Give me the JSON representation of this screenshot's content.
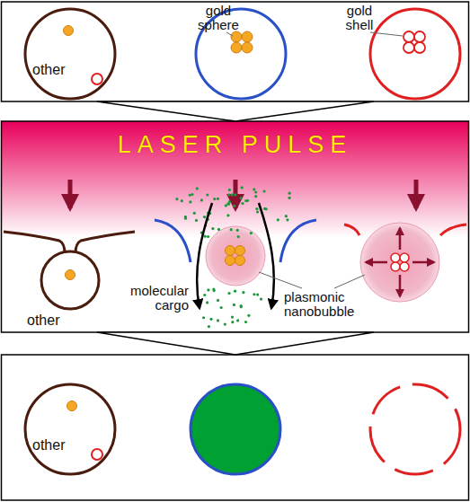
{
  "diagram": {
    "nodes": [
      {
        "text": [
          "other"
        ]
      },
      {
        "text": [
          "LASER PULSE"
        ]
      },
      {
        "text": [
          "other"
        ],
        "in": 1
      },
      {
        "text": [
          "other"
        ]
      }
    ],
    "labels": [
      "gold sphere",
      "gold shell",
      "molecular cargo",
      "plasmonic nanobubble"
    ]
  }
}
